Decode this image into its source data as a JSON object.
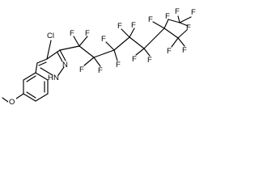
{
  "molecule": {
    "substituent_labels": {
      "chloro": "Cl",
      "methoxy_oxygen": "O",
      "ring_nh": "N",
      "ring_nh_h": "H",
      "ring_n": "N",
      "fluorine": "F"
    },
    "fluorine_count": 17,
    "colors": {
      "bond": "#000000",
      "text": "#000000",
      "background": "#ffffff"
    }
  }
}
